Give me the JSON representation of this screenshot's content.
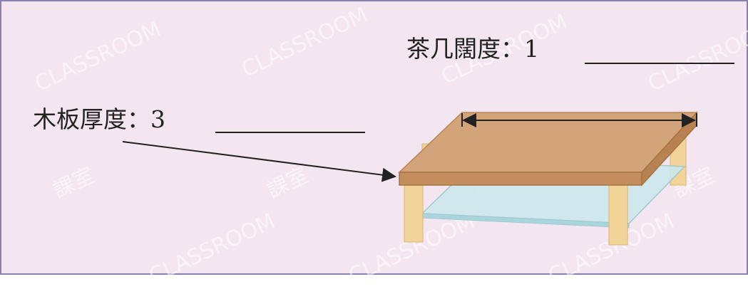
{
  "labels": {
    "width_label": "茶几闊度：1",
    "thickness_label": "木板厚度：3"
  },
  "watermark": {
    "text": "CLASSROOM",
    "text_cn": "課室"
  },
  "colors": {
    "background": "#f4e6f1",
    "border": "#8a80b4",
    "table_top": "#d3a379",
    "table_edge": "#c38d5d",
    "legs": "#f2d39a",
    "glass": "#c9e8ec",
    "line": "#222222"
  }
}
